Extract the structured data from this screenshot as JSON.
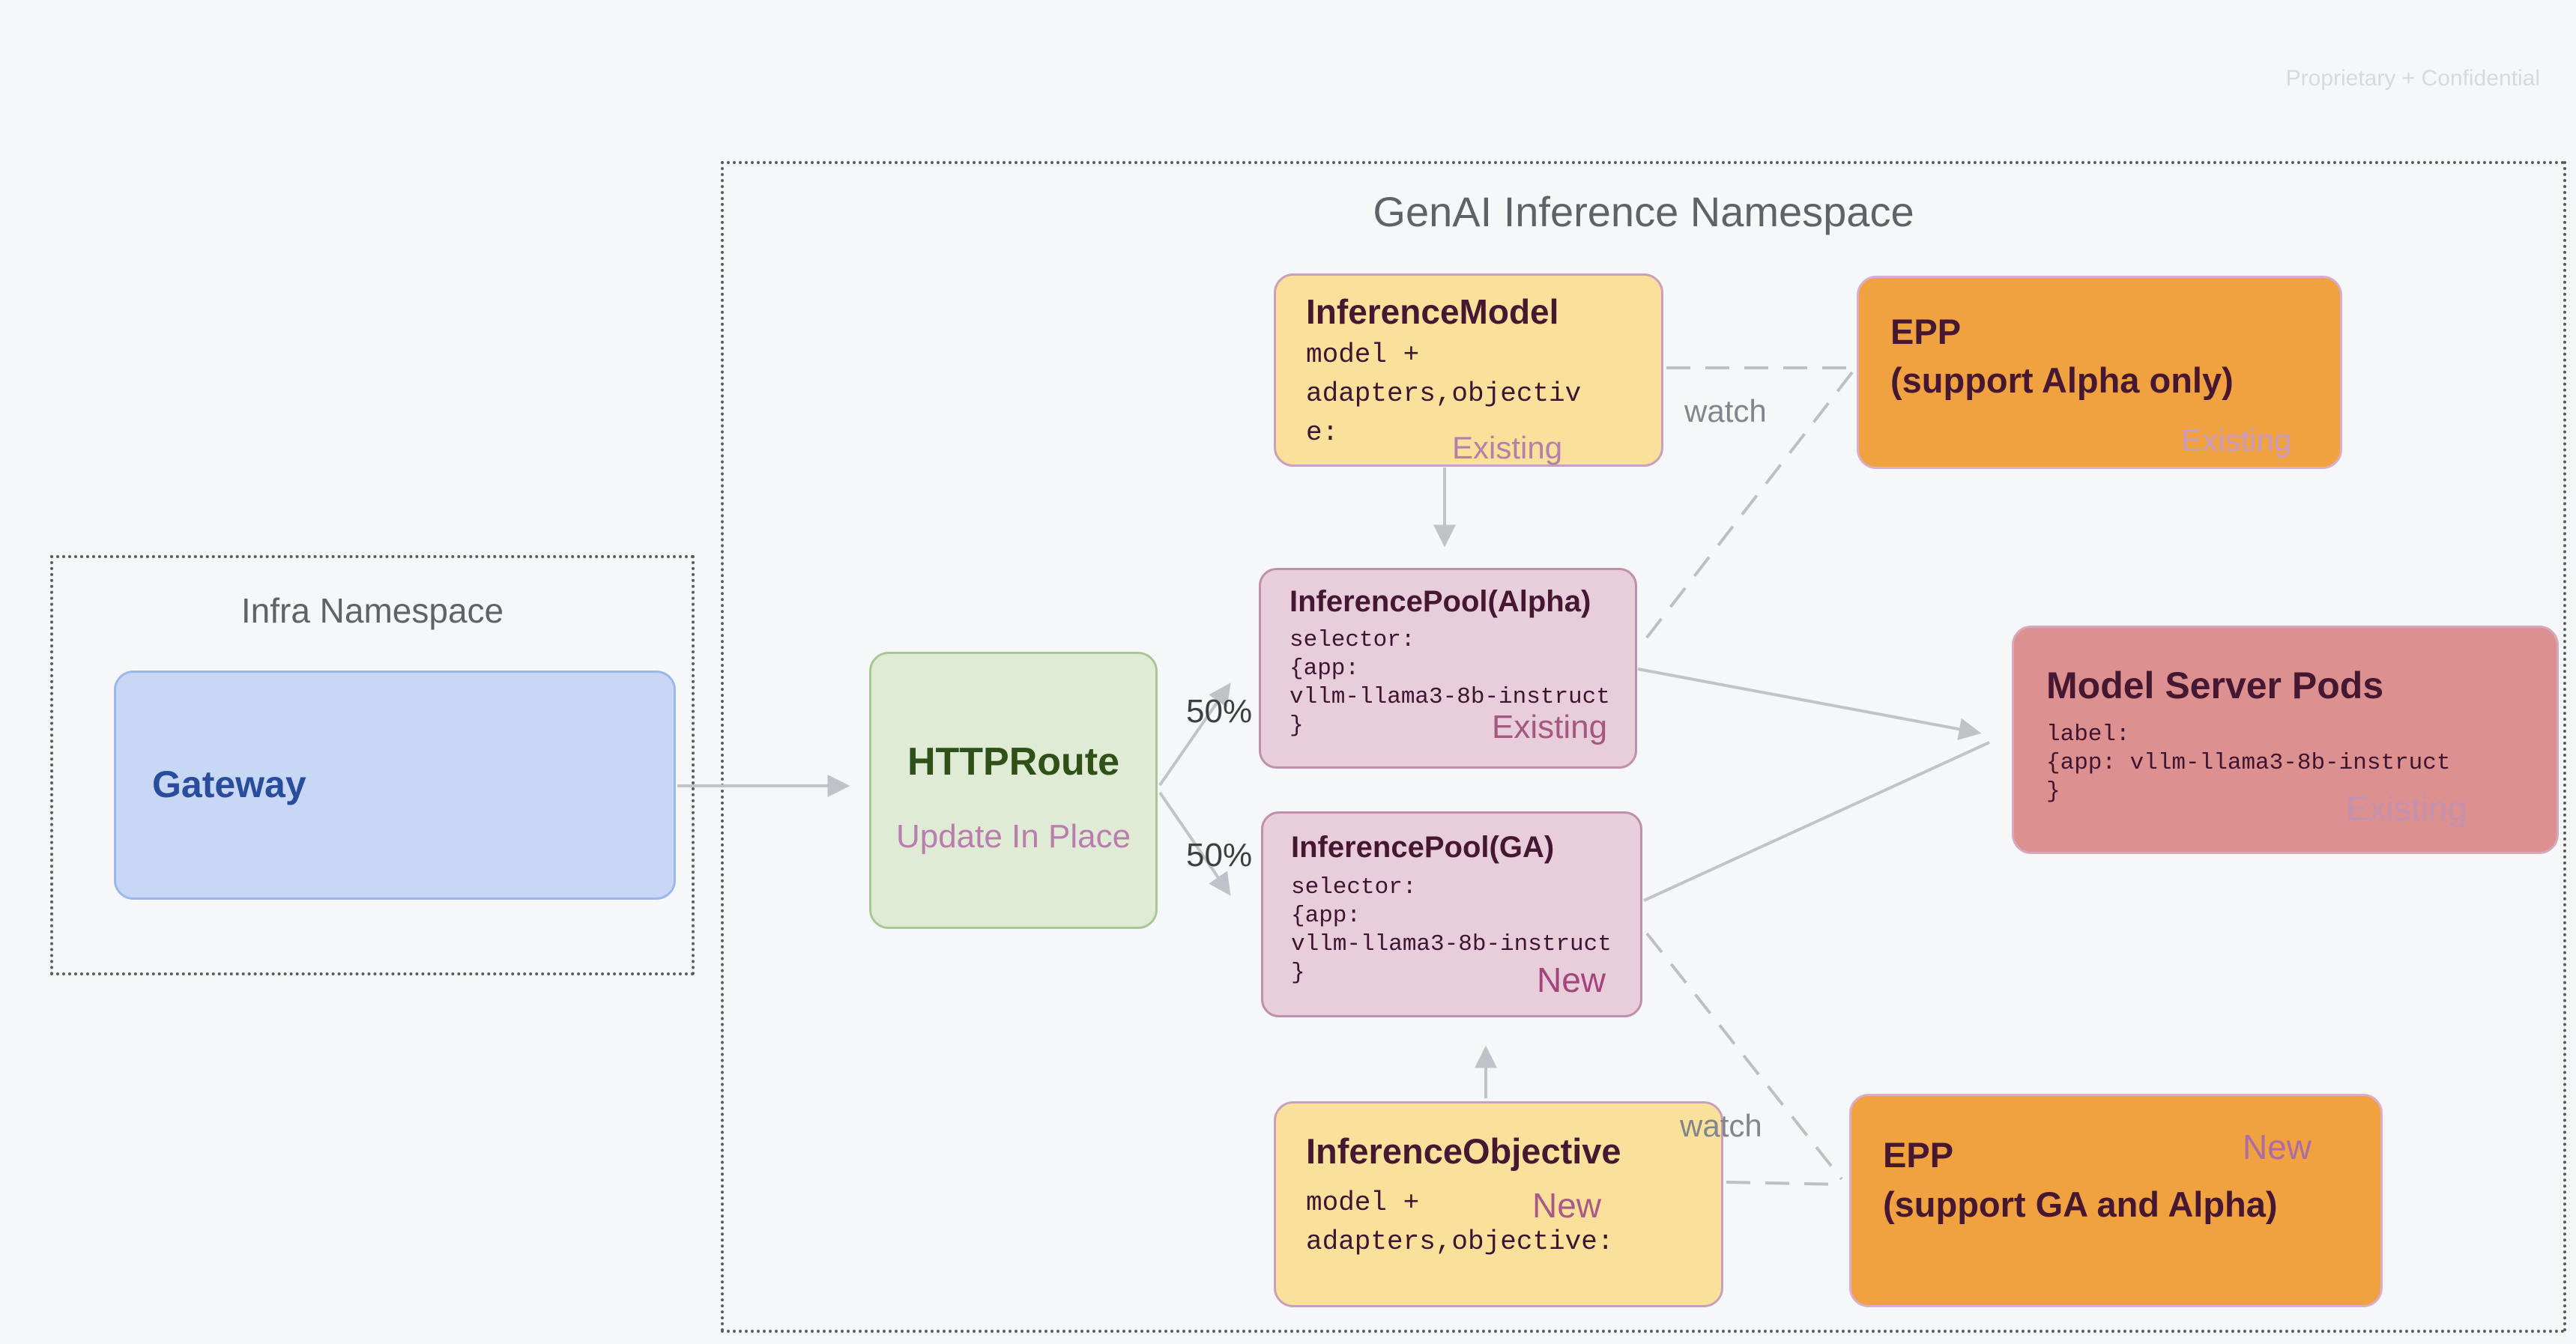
{
  "watermark": "Proprietary + Confidential",
  "namespaces": {
    "genai": {
      "title": "GenAI Inference Namespace"
    },
    "infra": {
      "title": "Infra Namespace"
    }
  },
  "nodes": {
    "gateway": {
      "title": "Gateway"
    },
    "httproute": {
      "title": "HTTPRoute",
      "subtitle": "Update In Place"
    },
    "inference_model": {
      "title": "InferenceModel",
      "code_lines": [
        "model +",
        "adapters,objectiv",
        "e:"
      ],
      "badge": "Existing"
    },
    "epp_alpha": {
      "title_lines": [
        "EPP",
        "(support Alpha only)"
      ],
      "badge": "Existing"
    },
    "pool_alpha": {
      "title": "InferencePool(Alpha)",
      "code_lines": [
        "selector:",
        "{app:",
        "vllm-llama3-8b-instruct",
        "}"
      ],
      "badge": "Existing"
    },
    "pool_ga": {
      "title": "InferencePool(GA)",
      "code_lines": [
        "selector:",
        "{app:",
        "vllm-llama3-8b-instruct",
        "}"
      ],
      "badge": "New"
    },
    "model_server_pods": {
      "title": "Model Server Pods",
      "code_lines": [
        "label:",
        "{app: vllm-llama3-8b-instruct",
        "}"
      ],
      "badge": "Existing"
    },
    "inference_objective": {
      "title": "InferenceObjective",
      "code_lines": [
        "model +",
        "adapters,objective:"
      ],
      "badge": "New"
    },
    "epp_ga": {
      "title_lines": [
        "EPP",
        "(support GA and Alpha)"
      ],
      "badge": "New"
    }
  },
  "edge_labels": {
    "split_top": "50%",
    "split_bottom": "50%",
    "watch_top": "watch",
    "watch_bottom": "watch"
  },
  "colors": {
    "background": "#F6F7F9",
    "yellow_fill": "#FAE19B",
    "orange_fill": "#F0A140",
    "pink_pool_fill": "#E8CEDA",
    "salmon_fill": "#DC9090",
    "green_fill": "#DFEBD4",
    "blue_fill": "#C7D7F5",
    "dark_plum_text": "#451731",
    "gateway_text": "#2A4C9C",
    "httproute_text": "#2F5018",
    "mauve_badge": "#A4577F",
    "connector_gray": "#C1C3C7",
    "namespace_gray": "#5F6368"
  }
}
